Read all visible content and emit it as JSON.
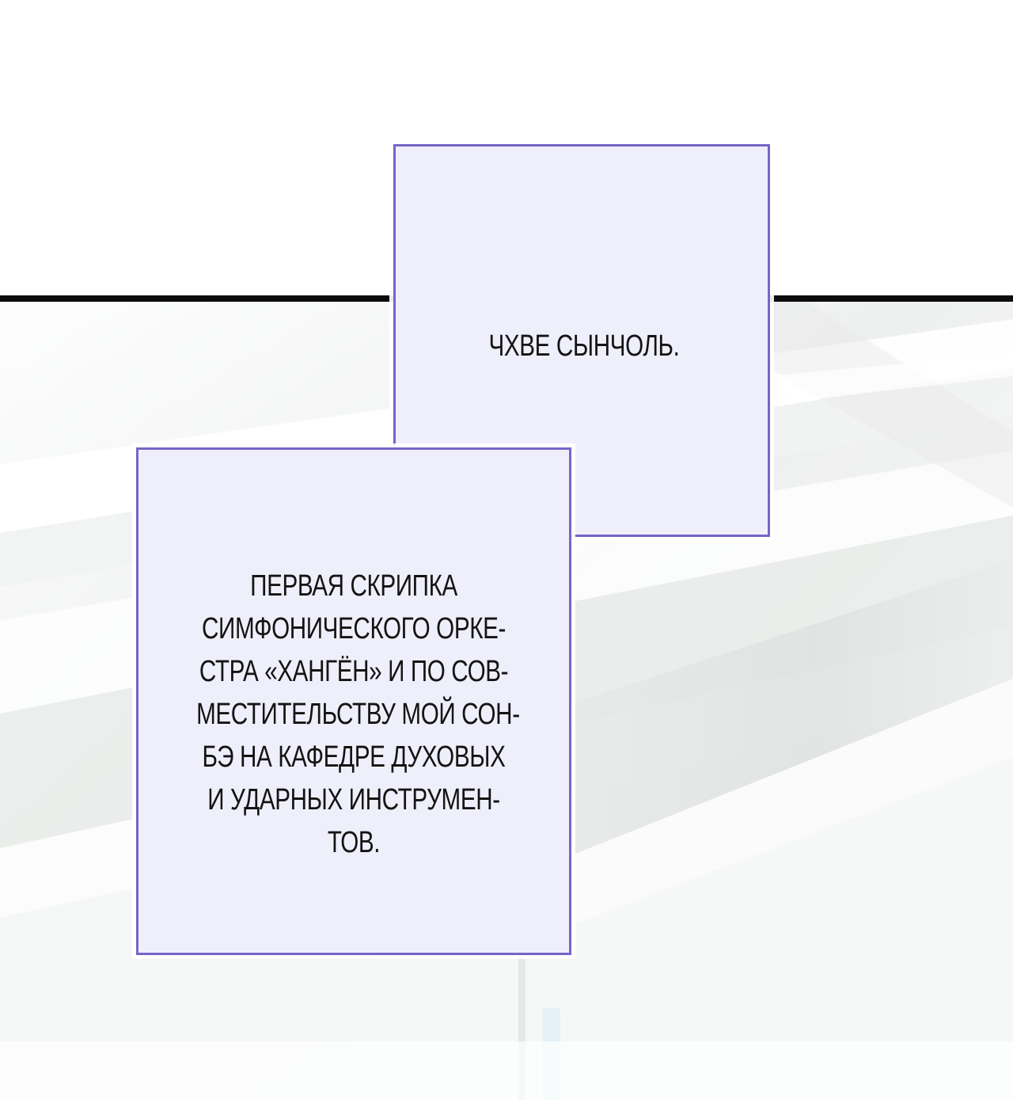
{
  "caption_boxes": [
    {
      "name": "top-caption",
      "text": "ЧХВЕ СЫНЧОЛЬ."
    },
    {
      "name": "bottom-caption",
      "lines": [
        "ПЕРВАЯ СКРИПКА",
        "СИМФОНИЧЕСКОГО ОРКЕ-",
        "СТРА «ХАНГЁН» И ПО СОВ-",
        "МЕСТИТЕЛЬСТВУ МОЙ СОН-",
        "БЭ НА КАФЕДРЕ ДУХОВЫХ",
        "И УДАРНЫХ ИНСТРУМЕН-",
        "ТОВ."
      ]
    }
  ],
  "colors": {
    "caption_fill": "#efeffb",
    "caption_border": "#7665c8",
    "divider": "#0b0b0b",
    "text": "#141414"
  }
}
